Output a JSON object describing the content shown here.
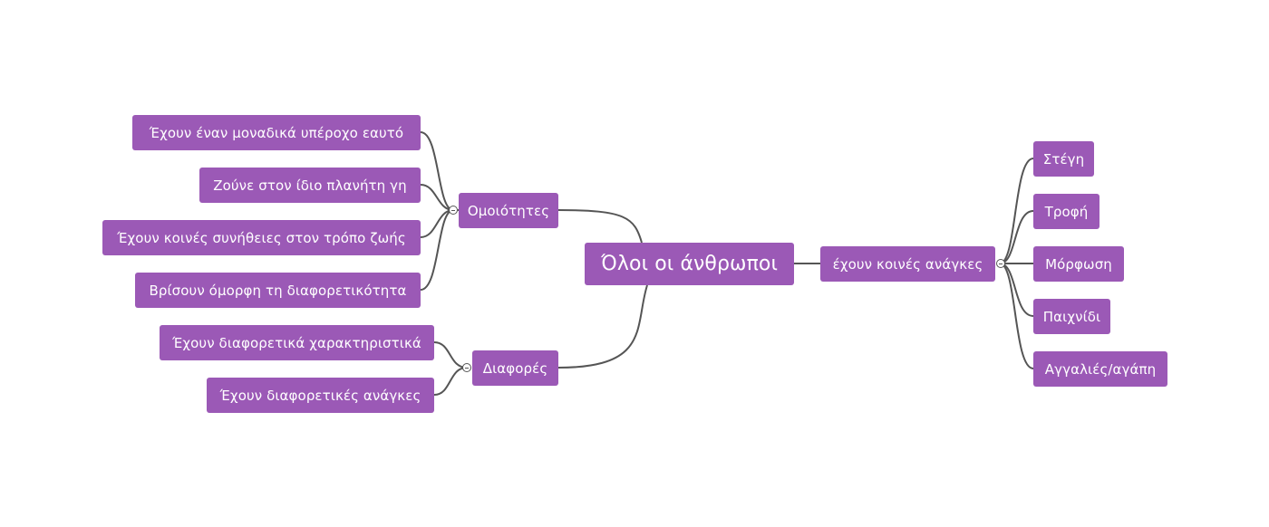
{
  "colors": {
    "node_fill": "#9b59b6",
    "node_text": "#ffffff",
    "edge": "#555555",
    "background": "#ffffff"
  },
  "root": {
    "label": "Όλοι οι άνθρωποι"
  },
  "branches": {
    "similarities": {
      "label": "Ομοιότητες",
      "children": [
        "Έχουν έναν μοναδικά υπέροχο εαυτό",
        "Ζούνε στον ίδιο πλανήτη γη",
        "Έχουν κοινές συνήθειες στον τρόπο ζωής",
        "Βρίσουν όμορφη τη διαφορετικότητα"
      ]
    },
    "differences": {
      "label": "Διαφορές",
      "children": [
        "Έχουν διαφορετικά χαρακτηριστικά",
        "Έχουν διαφορετικές ανάγκες"
      ]
    },
    "needs": {
      "label": "έχουν κοινές ανάγκες",
      "children": [
        "Στέγη",
        "Τροφή",
        "Μόρφωση",
        "Παιχνίδι",
        "Αγγαλιές/αγάπη"
      ]
    }
  }
}
